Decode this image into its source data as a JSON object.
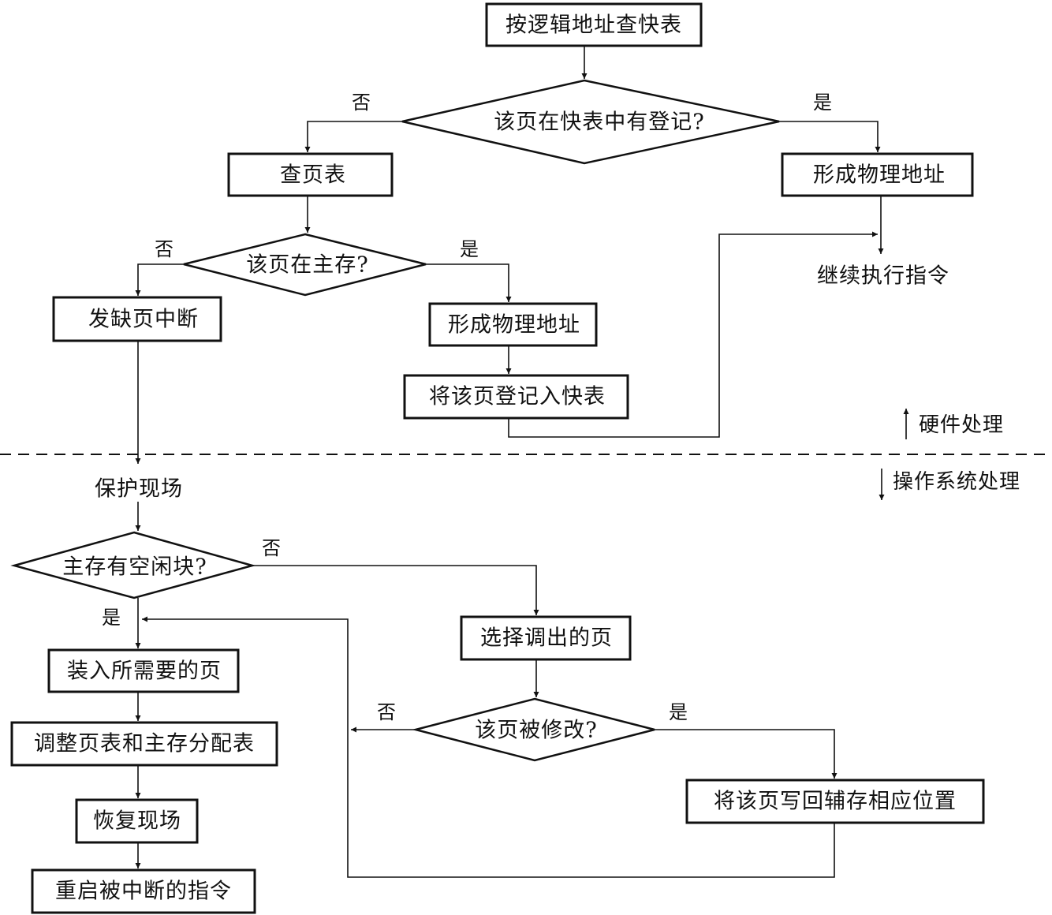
{
  "nodes": {
    "lookup_tlb": "按逻辑地址查快表",
    "in_tlb": "该页在快表中有登记?",
    "check_page_table": "查页表",
    "form_addr_1": "形成物理地址",
    "in_memory": "该页在主存?",
    "page_fault": "发缺页中断",
    "form_addr_2": "形成物理地址",
    "register_tlb": "将该页登记入快表",
    "continue_exec": "继续执行指令",
    "save_context": "保护现场",
    "free_block": "主存有空闲块?",
    "select_victim": "选择调出的页",
    "load_page": "装入所需要的页",
    "modified": "该页被修改?",
    "adjust_tables": "调整页表和主存分配表",
    "write_back": "将该页写回辅存相应位置",
    "restore_context": "恢复现场",
    "restart_instr": "重启被中断的指令"
  },
  "labels": {
    "yes": "是",
    "no": "否"
  },
  "zones": {
    "hardware": "硬件处理",
    "os": "操作系统处理"
  }
}
